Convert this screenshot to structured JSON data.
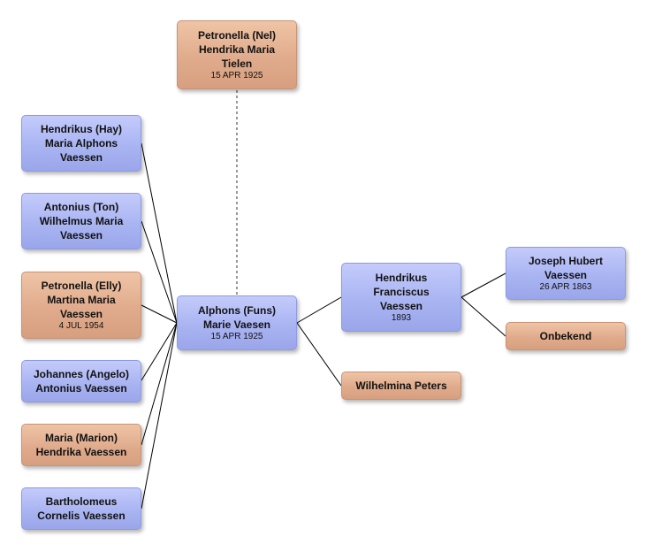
{
  "diagram": {
    "spouse": {
      "name": "Petronella (Nel)\nHendrika Maria\nTielen",
      "date": "15 APR 1925"
    },
    "focus": {
      "name": "Alphons (Funs)\nMarie Vaesen",
      "date": "15 APR 1925"
    },
    "children": [
      {
        "name": "Hendrikus (Hay)\nMaria Alphons\nVaessen",
        "date": ""
      },
      {
        "name": "Antonius (Ton)\nWilhelmus Maria\nVaessen",
        "date": ""
      },
      {
        "name": "Petronella (Elly)\nMartina Maria\nVaessen",
        "date": "4 JUL 1954"
      },
      {
        "name": "Johannes (Angelo)\nAntonius Vaessen",
        "date": ""
      },
      {
        "name": "Maria (Marion)\nHendrika Vaessen",
        "date": ""
      },
      {
        "name": "Bartholomeus\nCornelis Vaessen",
        "date": ""
      }
    ],
    "father": {
      "name": "Hendrikus\nFranciscus\nVaessen",
      "date": "1893"
    },
    "mother": {
      "name": "Wilhelmina Peters",
      "date": ""
    },
    "grandfather": {
      "name": "Joseph Hubert\nVaessen",
      "date": "26 APR 1863"
    },
    "grandmother": {
      "name": "Onbekend",
      "date": ""
    }
  },
  "colors": {
    "male": "#a9b4f2",
    "female": "#e0ab8c",
    "line": "#000000",
    "spouse_line": "#555555"
  }
}
